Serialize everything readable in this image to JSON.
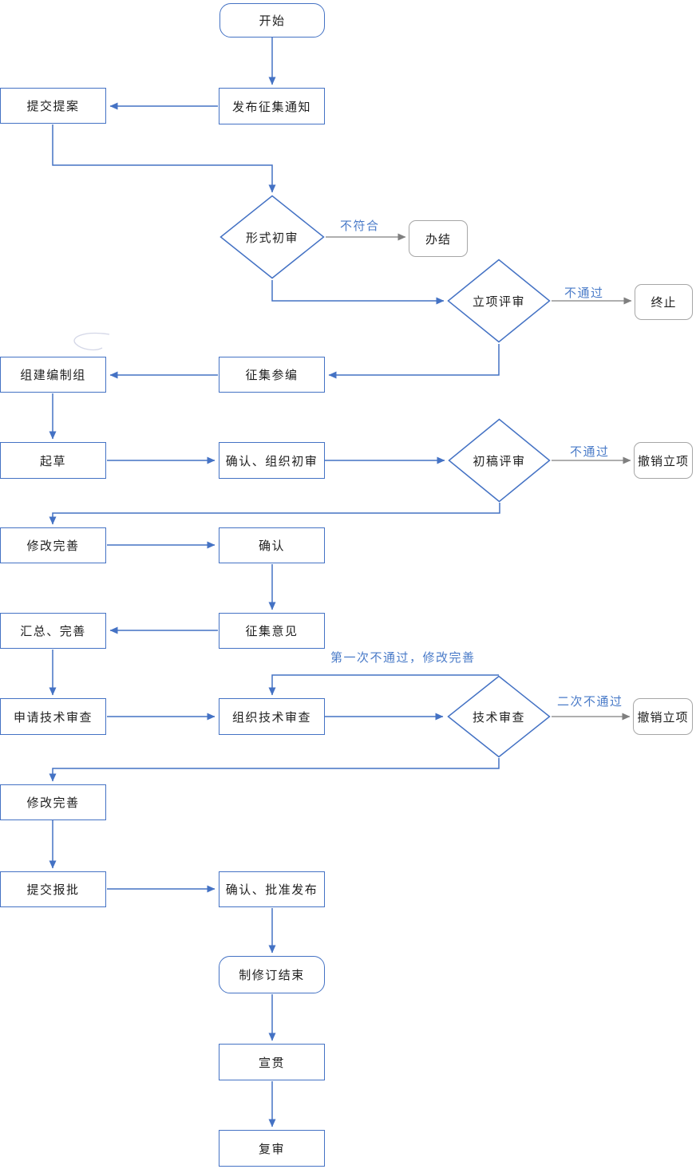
{
  "diagram": {
    "type": "flowchart",
    "language": "zh-CN",
    "description": "Standard drafting / revision process flowchart"
  },
  "colors": {
    "flow_blue": "#4472C4",
    "edge_label_blue": "#4a7bc8",
    "terminal_gray_border": "#A6A6A6",
    "gray_arrow": "#7F7F7F",
    "text": "#1f1f1f",
    "background": "#ffffff"
  },
  "nodes": {
    "start": {
      "label": "开始",
      "shape": "rounded"
    },
    "publish_notice": {
      "label": "发布征集通知",
      "shape": "rect"
    },
    "submit_proposal": {
      "label": "提交提案",
      "shape": "rect"
    },
    "formal_review": {
      "label": "形式初审",
      "shape": "diamond"
    },
    "close_case": {
      "label": "办结",
      "shape": "rounded-gray"
    },
    "project_review": {
      "label": "立项评审",
      "shape": "diamond"
    },
    "terminate": {
      "label": "终止",
      "shape": "rounded-gray"
    },
    "collect_participants": {
      "label": "征集参编",
      "shape": "rect"
    },
    "form_drafting_group": {
      "label": "组建编制组",
      "shape": "rect"
    },
    "draft": {
      "label": "起草",
      "shape": "rect"
    },
    "confirm_org_review": {
      "label": "确认、组织初审",
      "shape": "rect"
    },
    "first_draft_review": {
      "label": "初稿评审",
      "shape": "diamond"
    },
    "cancel_project_1": {
      "label": "撤销立项",
      "shape": "rounded-gray"
    },
    "revise_improve_1": {
      "label": "修改完善",
      "shape": "rect"
    },
    "confirm": {
      "label": "确认",
      "shape": "rect"
    },
    "collect_opinions": {
      "label": "征集意见",
      "shape": "rect"
    },
    "summarize_improve": {
      "label": "汇总、完善",
      "shape": "rect"
    },
    "apply_tech_review": {
      "label": "申请技术审查",
      "shape": "rect"
    },
    "organize_tech_review": {
      "label": "组织技术审查",
      "shape": "rect"
    },
    "tech_review": {
      "label": "技术审查",
      "shape": "diamond"
    },
    "cancel_project_2": {
      "label": "撤销立项",
      "shape": "rounded-gray"
    },
    "revise_improve_2": {
      "label": "修改完善",
      "shape": "rect"
    },
    "submit_approval": {
      "label": "提交报批",
      "shape": "rect"
    },
    "confirm_approve_publish": {
      "label": "确认、批准发布",
      "shape": "rect"
    },
    "revision_end": {
      "label": "制修订结束",
      "shape": "rounded"
    },
    "promote": {
      "label": "宣贯",
      "shape": "rect"
    },
    "re_review": {
      "label": "复审",
      "shape": "rect"
    }
  },
  "edge_labels": {
    "not_conform": "不符合",
    "not_pass_project": "不通过",
    "not_pass_draft": "不通过",
    "first_fail_revise": "第一次不通过，修改完善",
    "second_fail": "二次不通过"
  },
  "edges": [
    {
      "from": "start",
      "to": "publish_notice"
    },
    {
      "from": "publish_notice",
      "to": "submit_proposal"
    },
    {
      "from": "submit_proposal",
      "to": "formal_review"
    },
    {
      "from": "formal_review",
      "to": "close_case",
      "label": "不符合",
      "style": "gray"
    },
    {
      "from": "formal_review",
      "to": "project_review"
    },
    {
      "from": "project_review",
      "to": "terminate",
      "label": "不通过",
      "style": "gray"
    },
    {
      "from": "project_review",
      "to": "collect_participants"
    },
    {
      "from": "collect_participants",
      "to": "form_drafting_group"
    },
    {
      "from": "form_drafting_group",
      "to": "draft"
    },
    {
      "from": "draft",
      "to": "confirm_org_review"
    },
    {
      "from": "confirm_org_review",
      "to": "first_draft_review"
    },
    {
      "from": "first_draft_review",
      "to": "cancel_project_1",
      "label": "不通过",
      "style": "gray"
    },
    {
      "from": "first_draft_review",
      "to": "revise_improve_1"
    },
    {
      "from": "revise_improve_1",
      "to": "confirm"
    },
    {
      "from": "confirm",
      "to": "collect_opinions"
    },
    {
      "from": "collect_opinions",
      "to": "summarize_improve"
    },
    {
      "from": "summarize_improve",
      "to": "apply_tech_review"
    },
    {
      "from": "apply_tech_review",
      "to": "organize_tech_review"
    },
    {
      "from": "organize_tech_review",
      "to": "tech_review"
    },
    {
      "from": "tech_review",
      "to": "organize_tech_review",
      "label": "第一次不通过，修改完善"
    },
    {
      "from": "tech_review",
      "to": "cancel_project_2",
      "label": "二次不通过",
      "style": "gray"
    },
    {
      "from": "tech_review",
      "to": "revise_improve_2"
    },
    {
      "from": "revise_improve_2",
      "to": "submit_approval"
    },
    {
      "from": "submit_approval",
      "to": "confirm_approve_publish"
    },
    {
      "from": "confirm_approve_publish",
      "to": "revision_end"
    },
    {
      "from": "revision_end",
      "to": "promote"
    },
    {
      "from": "promote",
      "to": "re_review"
    }
  ]
}
